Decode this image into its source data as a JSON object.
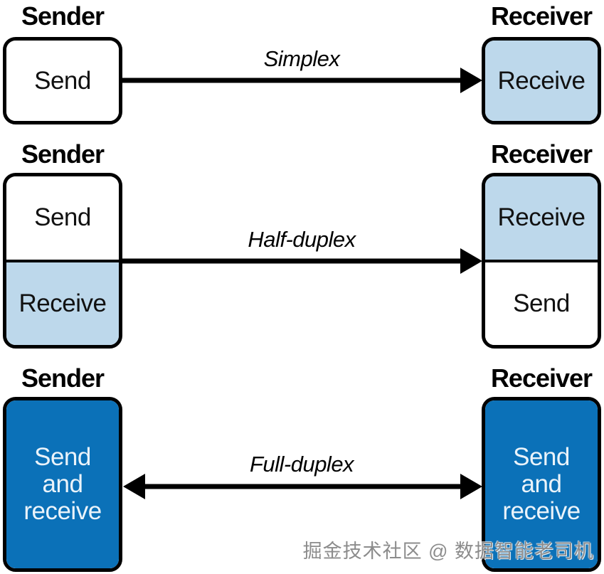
{
  "colors": {
    "light_blue": "#BDD8EB",
    "dark_blue": "#0B71B8",
    "box_text_light": "#EAF3FA",
    "line": "#000000",
    "watermark_gray": "#8C8C8C"
  },
  "rows": [
    {
      "mode_label": "Simplex",
      "sender_title": "Sender",
      "receiver_title": "Receiver",
      "sender_cells": [
        "Send"
      ],
      "receiver_cells": [
        "Receive"
      ],
      "arrow_direction": "right"
    },
    {
      "mode_label": "Half-duplex",
      "sender_title": "Sender",
      "receiver_title": "Receiver",
      "sender_cells": [
        "Send",
        "Receive"
      ],
      "receiver_cells": [
        "Receive",
        "Send"
      ],
      "arrow_direction": "right"
    },
    {
      "mode_label": "Full-duplex",
      "sender_title": "Sender",
      "receiver_title": "Receiver",
      "sender_cells": [
        "Send and receive"
      ],
      "receiver_cells": [
        "Send and receive"
      ],
      "arrow_direction": "both"
    }
  ],
  "watermark": "掘金技术社区 @ 数据智能老司机"
}
